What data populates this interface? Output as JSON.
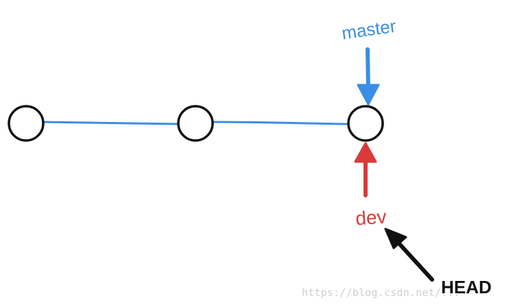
{
  "diagram": {
    "labels": {
      "master": "master",
      "dev": "dev",
      "head": "HEAD"
    },
    "colors": {
      "master": "#3a8ee6",
      "dev": "#d93a3a",
      "head": "#111111",
      "commit_stroke": "#111111",
      "edge": "#3a8ee6"
    },
    "watermark": "https://blog.csdn.net/..."
  }
}
